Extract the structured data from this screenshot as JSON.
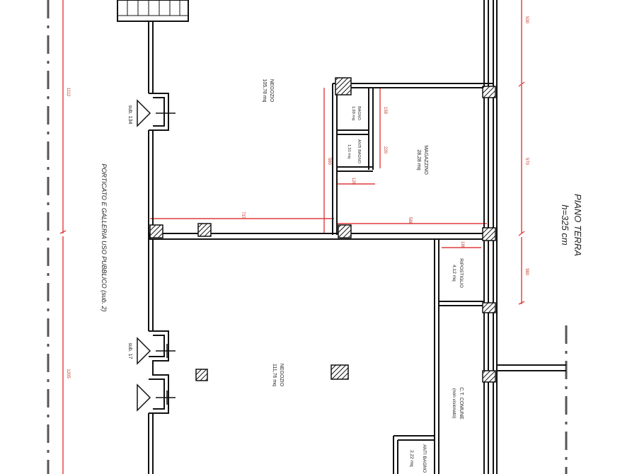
{
  "title": "PIANO TERRA",
  "height_note": "h=325 cm",
  "portico_label": "PORTICATO E GALLERIA USO PUBBLICO (sub. 2)",
  "rooms": {
    "negozio_top": {
      "name": "NEGOZIO",
      "area": "105,78 mq"
    },
    "negozio_bottom": {
      "name": "NEGOZIO",
      "area": "111,76 mq"
    },
    "magazzino": {
      "name": "MAGAZZINO",
      "area": "28,28 mq"
    },
    "bagno_small": {
      "name": "BAGNO",
      "area": "1,69 mq"
    },
    "anti_bagno": {
      "name": "ANTI BAGNO",
      "area": "1,51 mq"
    },
    "ripostiglio": {
      "name": "RIPOSTIGLIO",
      "area": "4,12 mq"
    },
    "ct_comune": {
      "name": "C.T. COMUNE",
      "note": "(non visionato)"
    },
    "anti_bagno_bottom": {
      "name": "ANTI BAGNO",
      "area": "2,22 mq"
    }
  },
  "entrances": {
    "sub134": "sub. 134",
    "sub17": "sub. 17"
  },
  "dimensions": {
    "left_top": "1112",
    "left_bottom": "1205",
    "wall_span": "737",
    "magazzino_width": "588",
    "right_top": "530",
    "right_mid": "570",
    "right_bottom": "380",
    "bagno_h": "159",
    "antibagno_h": "220",
    "passage": "120",
    "magazzino_depth": "560",
    "ripost_w": "188"
  }
}
